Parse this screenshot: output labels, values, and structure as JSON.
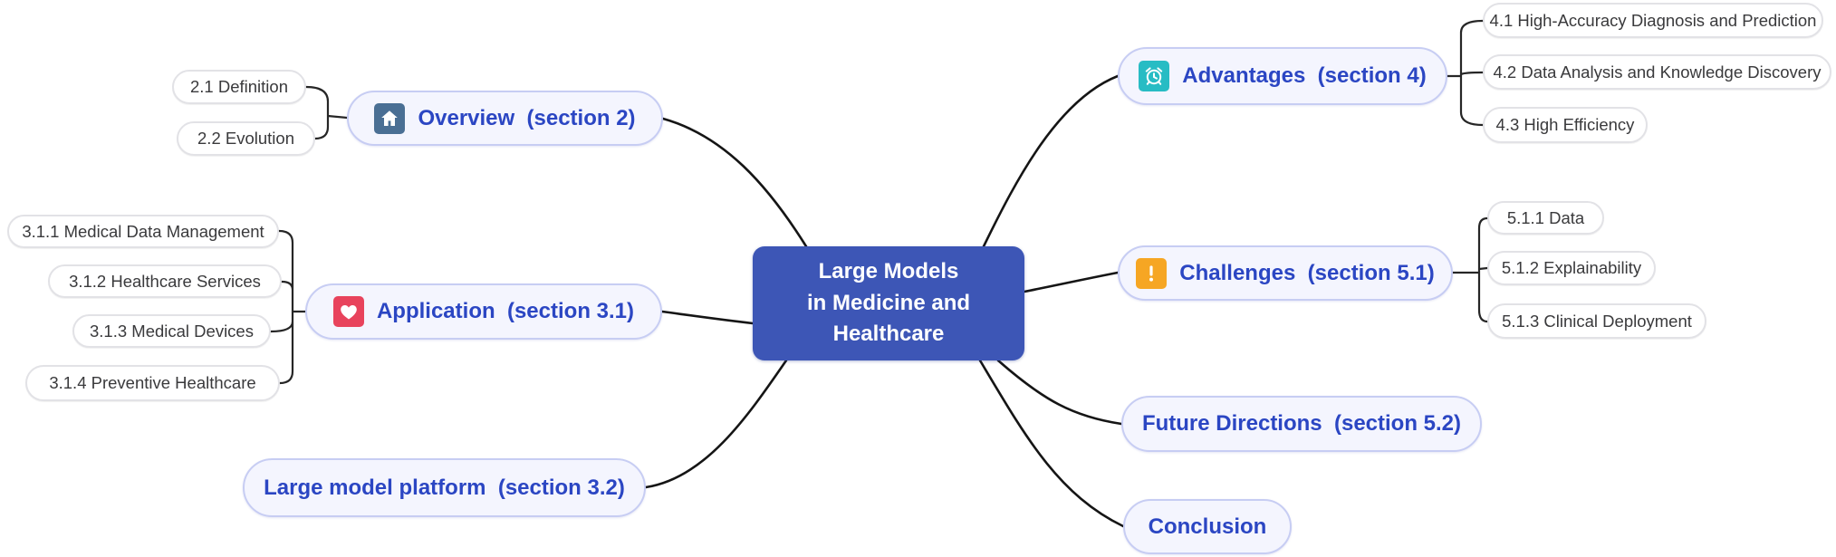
{
  "diagram": {
    "type": "mindmap",
    "root": {
      "line1": "Large Models",
      "line2": "in Medicine and Healthcare"
    },
    "branches": {
      "overview": {
        "label": "Overview  (section 2)",
        "icon": "home-icon",
        "children": [
          "2.1 Definition",
          "2.2 Evolution"
        ]
      },
      "application": {
        "label": "Application  (section 3.1)",
        "icon": "heart-icon",
        "children": [
          "3.1.1 Medical Data Management",
          "3.1.2 Healthcare Services",
          "3.1.3 Medical Devices",
          "3.1.4 Preventive Healthcare"
        ]
      },
      "platform": {
        "label": "Large model platform  (section 3.2)",
        "icon": null,
        "children": []
      },
      "advantages": {
        "label": "Advantages  (section 4)",
        "icon": "alarm-clock-icon",
        "children": [
          "4.1 High-Accuracy Diagnosis and Prediction",
          "4.2 Data Analysis and Knowledge Discovery",
          "4.3 High Efficiency"
        ]
      },
      "challenges": {
        "label": "Challenges  (section 5.1)",
        "icon": "exclamation-icon",
        "children": [
          "5.1.1 Data",
          "5.1.2 Explainability",
          "5.1.3 Clinical Deployment"
        ]
      },
      "future": {
        "label": "Future Directions  (section 5.2)",
        "icon": null,
        "children": []
      },
      "conclusion": {
        "label": "Conclusion",
        "icon": null,
        "children": []
      }
    },
    "colors": {
      "root_bg": "#3D56B6",
      "root_text": "#FFFFFF",
      "branch_bg": "#F4F5FE",
      "branch_border": "#C7CDF3",
      "branch_text": "#2B46C3",
      "child_bg": "#FFFFFF",
      "child_border": "#E2E2E6",
      "child_text": "#3A3A3C",
      "connector": "#151515",
      "home_icon_bg": "#4A6F94",
      "heart_icon_bg": "#E8435C",
      "alarm_icon_bg": "#27BCC4",
      "exclamation_icon_bg": "#F6A623"
    }
  }
}
